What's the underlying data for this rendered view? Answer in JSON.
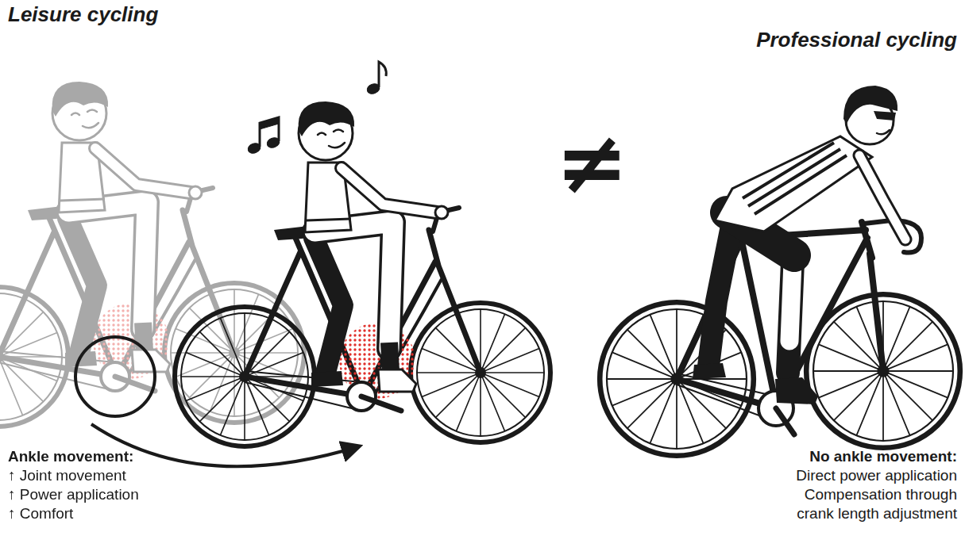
{
  "diagram": {
    "labels": [
      "Leisure cycling",
      "Professional cycling",
      "≠",
      "Ankle movement:",
      "↑ Joint movement",
      "↑ Power application",
      "↑ Comfort",
      "No ankle movement:",
      "Direct power application",
      "Compensation through crank length adjustment"
    ]
  }
}
